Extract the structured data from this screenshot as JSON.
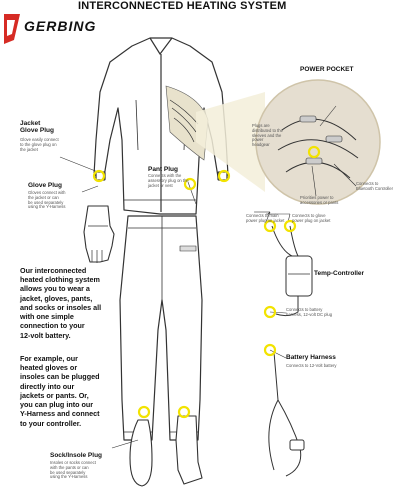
{
  "header": {
    "title": "INTERCONNECTED HEATING SYSTEM",
    "brand": "GERBING"
  },
  "colors": {
    "accent": "#f2e300",
    "logo_red": "#d62b24",
    "pocket_fill": "#e8e2cc",
    "line": "#333333"
  },
  "callouts": {
    "jacket_glove_plug": {
      "title": "Jacket\nGlove Plug",
      "desc": "Glove easily connect\nto the glove plug on\nthe jacket"
    },
    "glove_plug": {
      "title": "Glove Plug",
      "desc": "Gloves connect with\nthe jacket or can\nbe used separately\nusing the Y-Harness"
    },
    "pant_plug": {
      "title": "Pant Plug",
      "desc": "Connects with the\nassessory plug on the\njacket or vest"
    },
    "power_pocket": {
      "title": "POWER POCKET",
      "desc": "Plugs are\ndistributed to the\nsleeves and the\npower\nheadgear"
    },
    "controller_plug": {
      "desc": "Connects to\nBluetooth Controller"
    },
    "priority_power": {
      "desc": "Priorities power to\naccessories or pants"
    },
    "main_power": {
      "desc": "Connects to main\npower plug on jacket"
    },
    "glove_power": {
      "desc": "Connects to glove\npower plug on jacket"
    },
    "temp_controller": {
      "title": "Temp-Controller"
    },
    "battery_conn": {
      "desc": "Connects to battery\nharness, 12-volt DC plug"
    },
    "battery_harness": {
      "title": "Battery Harness",
      "desc": "Connects to 12-Volt battery"
    },
    "sock_plug": {
      "title": "Sock/Insole Plug",
      "desc": "Insoles or socks connect\nwith the pants or can\nbe used separately\nusing the Y-Harness"
    }
  },
  "paragraphs": {
    "intro": "Our interconnected\nheated clothing system\nallows you to wear a\njacket, gloves, pants,\nand socks or insoles all\nwith one simple\nconnection to your\n12-volt battery.",
    "example": "For example, our\nheated gloves or\ninsoles can be plugged\ndirectly into our\njackets or pants. Or,\nyou can plug into our\nY-Harness and connect\nto your controller."
  }
}
